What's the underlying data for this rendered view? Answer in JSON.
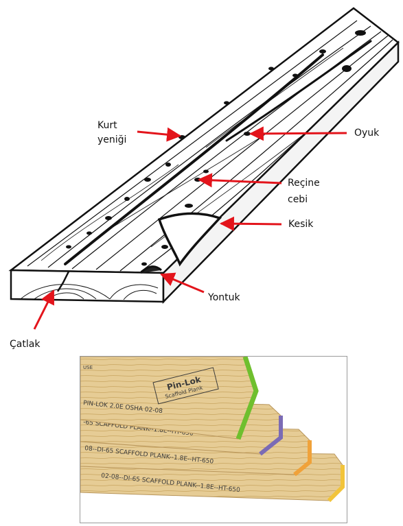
{
  "labels": {
    "kurt_line1": "Kurt",
    "kurt_line2": "yeniği",
    "oyuk": "Oyuk",
    "recine_line1": "Reçine",
    "recine_line2": "cebi",
    "kesik": "Kesik",
    "yontuk": "Yontuk",
    "catlak": "Çatlak"
  },
  "photo": {
    "stamp_use": "USE",
    "stamp_brand": "Pin-Lok",
    "stamp_brand_sub": "Scaffold Plank",
    "plank1": "PIN-LOK 2.0E   OSHA   02-08",
    "plank2": "-65 SCAFFOLD PLANK--1.8E--HT-650",
    "plank3": "08--DI-65 SCAFFOLD PLANK--1.8E--HT-650",
    "plank4": "02-08--DI-65 SCAFFOLD PLANK--1.8E--HT-650"
  },
  "colors": {
    "arrow": "#e3141b",
    "wood": "#e8cf99",
    "plank_green": "#6fbf2e",
    "plank_purple": "#7b6bb5",
    "plank_orange": "#f0a23a",
    "plank_yellow": "#f2c43a"
  }
}
